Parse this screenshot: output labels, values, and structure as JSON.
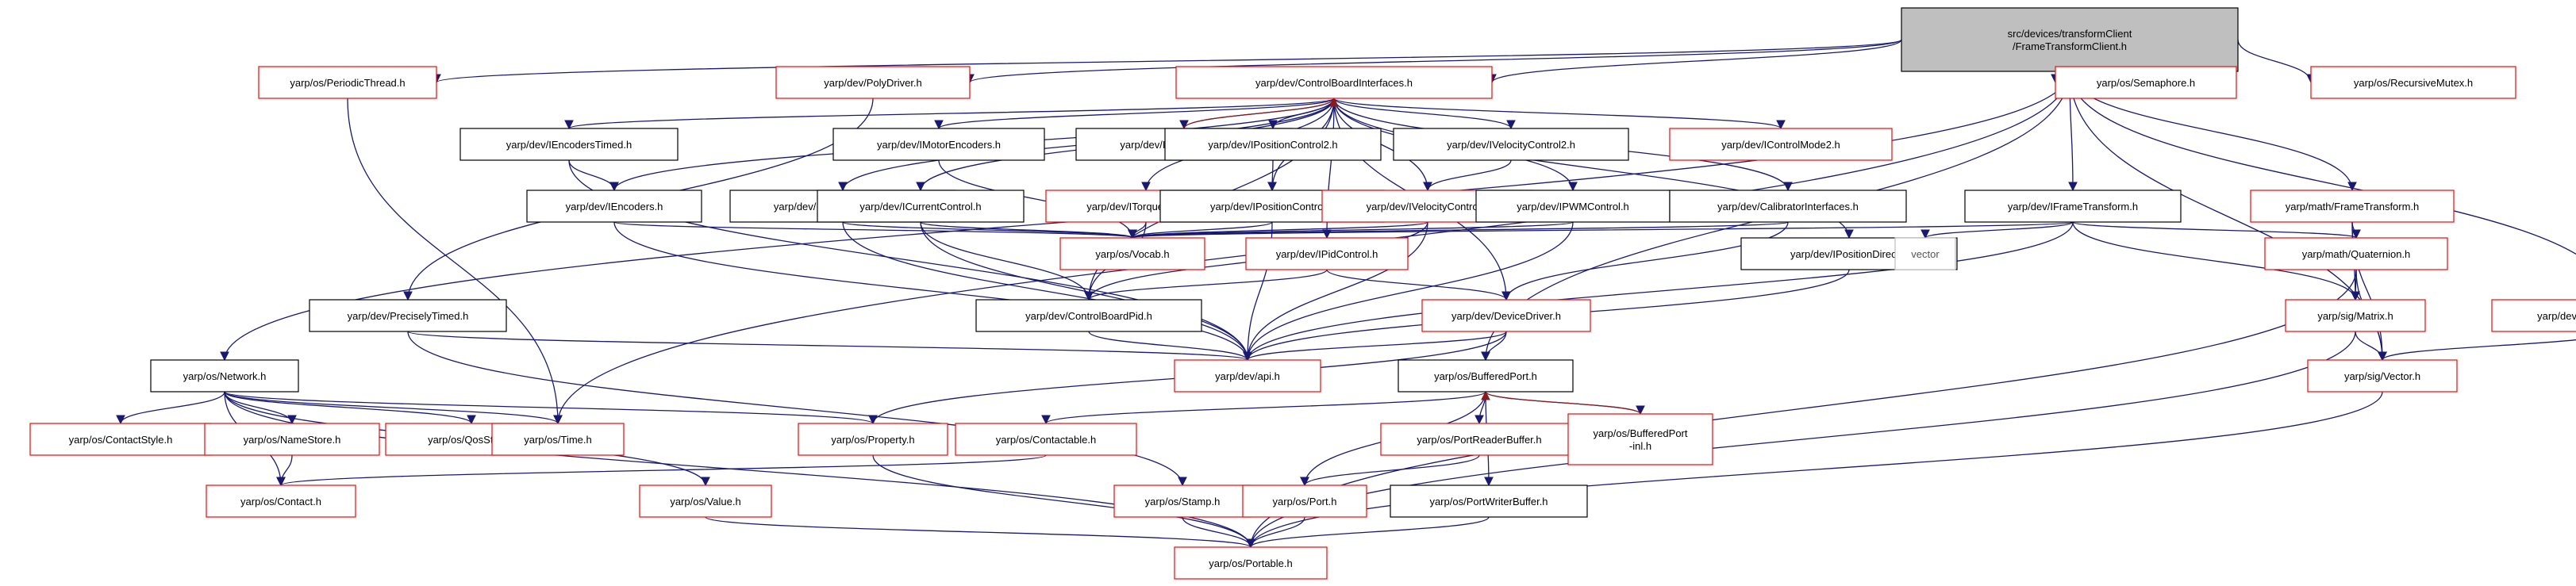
{
  "colors": {
    "root_fill": "#bfbfbf",
    "node_fill": "#ffffff",
    "normal_border": "#000000",
    "missing_border": "#ff0000",
    "plain_border": "#bfbfbf",
    "edge": "#191970",
    "edge_red": "#8b1a1a",
    "text": "#000000"
  },
  "nodes": [
    {
      "id": "root",
      "label": [
        "src/devices/transformClient",
        "/FrameTransformClient.h"
      ],
      "style": "root"
    },
    {
      "id": "periodic",
      "label": [
        "yarp/os/PeriodicThread.h"
      ],
      "style": "red"
    },
    {
      "id": "polydriver",
      "label": [
        "yarp/dev/PolyDriver.h"
      ],
      "style": "red"
    },
    {
      "id": "cbi",
      "label": [
        "yarp/dev/ControlBoardInterfaces.h"
      ],
      "style": "red"
    },
    {
      "id": "semaphore",
      "label": [
        "yarp/os/Semaphore.h"
      ],
      "style": "red"
    },
    {
      "id": "recmutex",
      "label": [
        "yarp/os/RecursiveMutex.h"
      ],
      "style": "red"
    },
    {
      "id": "enctimed",
      "label": [
        "yarp/dev/IEncodersTimed.h"
      ],
      "style": "black"
    },
    {
      "id": "motorenc",
      "label": [
        "yarp/dev/IMotorEncoders.h"
      ],
      "style": "black"
    },
    {
      "id": "intmode",
      "label": [
        "yarp/dev/IInteractionMode.h"
      ],
      "style": "black"
    },
    {
      "id": "posctrl2",
      "label": [
        "yarp/dev/IPositionControl2.h"
      ],
      "style": "black"
    },
    {
      "id": "velctrl2",
      "label": [
        "yarp/dev/IVelocityControl2.h"
      ],
      "style": "black"
    },
    {
      "id": "ctrlmode2",
      "label": [
        "yarp/dev/IControlMode2.h"
      ],
      "style": "red"
    },
    {
      "id": "encoders",
      "label": [
        "yarp/dev/IEncoders.h"
      ],
      "style": "black"
    },
    {
      "id": "impedance",
      "label": [
        "yarp/dev/IImpedanceControl.h"
      ],
      "style": "black"
    },
    {
      "id": "current",
      "label": [
        "yarp/dev/ICurrentControl.h"
      ],
      "style": "black"
    },
    {
      "id": "torque",
      "label": [
        "yarp/dev/ITorqueControl.h"
      ],
      "style": "red"
    },
    {
      "id": "posctrl",
      "label": [
        "yarp/dev/IPositionControl.h"
      ],
      "style": "black"
    },
    {
      "id": "velctrl",
      "label": [
        "yarp/dev/IVelocityControl.h"
      ],
      "style": "red"
    },
    {
      "id": "pwm",
      "label": [
        "yarp/dev/IPWMControl.h"
      ],
      "style": "black"
    },
    {
      "id": "calib",
      "label": [
        "yarp/dev/CalibratorInterfaces.h"
      ],
      "style": "black"
    },
    {
      "id": "frametransform",
      "label": [
        "yarp/dev/IFrameTransform.h"
      ],
      "style": "black"
    },
    {
      "id": "mathft",
      "label": [
        "yarp/math/FrameTransform.h"
      ],
      "style": "red"
    },
    {
      "id": "vocab",
      "label": [
        "yarp/os/Vocab.h"
      ],
      "style": "red"
    },
    {
      "id": "pidctrl",
      "label": [
        "yarp/dev/IPidControl.h"
      ],
      "style": "red"
    },
    {
      "id": "posdirect",
      "label": [
        "yarp/dev/IPositionDirect.h"
      ],
      "style": "black"
    },
    {
      "id": "vector",
      "label": [
        "vector"
      ],
      "style": "plain"
    },
    {
      "id": "quaternion",
      "label": [
        "yarp/math/Quaternion.h"
      ],
      "style": "red"
    },
    {
      "id": "precisely",
      "label": [
        "yarp/dev/PreciselyTimed.h"
      ],
      "style": "black"
    },
    {
      "id": "cbpid",
      "label": [
        "yarp/dev/ControlBoardPid.h"
      ],
      "style": "black"
    },
    {
      "id": "devdriver",
      "label": [
        "yarp/dev/DeviceDriver.h"
      ],
      "style": "red"
    },
    {
      "id": "matrix",
      "label": [
        "yarp/sig/Matrix.h"
      ],
      "style": "red"
    },
    {
      "id": "cbhelpers",
      "label": [
        "yarp/dev/ControlBoardHelpers.h"
      ],
      "style": "red"
    },
    {
      "id": "network",
      "label": [
        "yarp/os/Network.h"
      ],
      "style": "black"
    },
    {
      "id": "api",
      "label": [
        "yarp/dev/api.h"
      ],
      "style": "red"
    },
    {
      "id": "bufport",
      "label": [
        "yarp/os/BufferedPort.h"
      ],
      "style": "black"
    },
    {
      "id": "sigvector",
      "label": [
        "yarp/sig/Vector.h"
      ],
      "style": "red"
    },
    {
      "id": "contactstyle",
      "label": [
        "yarp/os/ContactStyle.h"
      ],
      "style": "red"
    },
    {
      "id": "namestore",
      "label": [
        "yarp/os/NameStore.h"
      ],
      "style": "red"
    },
    {
      "id": "qosstyle",
      "label": [
        "yarp/os/QosStyle.h"
      ],
      "style": "red"
    },
    {
      "id": "time",
      "label": [
        "yarp/os/Time.h"
      ],
      "style": "red"
    },
    {
      "id": "property",
      "label": [
        "yarp/os/Property.h"
      ],
      "style": "red"
    },
    {
      "id": "contactable",
      "label": [
        "yarp/os/Contactable.h"
      ],
      "style": "red"
    },
    {
      "id": "portreader",
      "label": [
        "yarp/os/PortReaderBuffer.h"
      ],
      "style": "red"
    },
    {
      "id": "bufportinl",
      "label": [
        "yarp/os/BufferedPort",
        "-inl.h"
      ],
      "style": "red"
    },
    {
      "id": "contact",
      "label": [
        "yarp/os/Contact.h"
      ],
      "style": "red"
    },
    {
      "id": "value",
      "label": [
        "yarp/os/Value.h"
      ],
      "style": "red"
    },
    {
      "id": "stamp",
      "label": [
        "yarp/os/Stamp.h"
      ],
      "style": "red"
    },
    {
      "id": "port",
      "label": [
        "yarp/os/Port.h"
      ],
      "style": "red"
    },
    {
      "id": "portwriter",
      "label": [
        "yarp/os/PortWriterBuffer.h"
      ],
      "style": "black"
    },
    {
      "id": "portable",
      "label": [
        "yarp/os/Portable.h"
      ],
      "style": "red"
    }
  ],
  "edges": [
    [
      "root",
      "periodic"
    ],
    [
      "root",
      "polydriver"
    ],
    [
      "root",
      "cbi"
    ],
    [
      "root",
      "semaphore"
    ],
    [
      "root",
      "recmutex"
    ],
    [
      "root",
      "frametransform"
    ],
    [
      "root",
      "mathft"
    ],
    [
      "root",
      "cbhelpers"
    ],
    [
      "root",
      "sigvector"
    ],
    [
      "root",
      "network"
    ],
    [
      "root",
      "bufport"
    ],
    [
      "root",
      "time"
    ],
    [
      "periodic",
      "time"
    ],
    [
      "polydriver",
      "precisely"
    ],
    [
      "cbi",
      "enctimed"
    ],
    [
      "cbi",
      "motorenc"
    ],
    [
      "cbi",
      "intmode"
    ],
    [
      "cbi",
      "posctrl2"
    ],
    [
      "cbi",
      "velctrl2"
    ],
    [
      "cbi",
      "ctrlmode2"
    ],
    [
      "cbi",
      "encoders"
    ],
    [
      "cbi",
      "impedance"
    ],
    [
      "cbi",
      "current"
    ],
    [
      "cbi",
      "torque"
    ],
    [
      "cbi",
      "posctrl"
    ],
    [
      "cbi",
      "velctrl"
    ],
    [
      "cbi",
      "pwm"
    ],
    [
      "cbi",
      "calib"
    ],
    [
      "cbi",
      "posdirect"
    ],
    [
      "cbi",
      "pidctrl"
    ],
    [
      "cbi",
      "cbpid"
    ],
    [
      "cbi",
      "devdriver"
    ],
    [
      "intmode",
      "cbi"
    ],
    [
      "enctimed",
      "encoders"
    ],
    [
      "enctimed",
      "api"
    ],
    [
      "motorenc",
      "vocab"
    ],
    [
      "posctrl2",
      "posctrl"
    ],
    [
      "velctrl2",
      "velctrl"
    ],
    [
      "encoders",
      "vocab"
    ],
    [
      "encoders",
      "api"
    ],
    [
      "impedance",
      "vocab"
    ],
    [
      "impedance",
      "api"
    ],
    [
      "current",
      "vocab"
    ],
    [
      "current",
      "cbpid"
    ],
    [
      "current",
      "api"
    ],
    [
      "torque",
      "vocab"
    ],
    [
      "torque",
      "cbpid"
    ],
    [
      "posctrl",
      "vocab"
    ],
    [
      "posctrl",
      "api"
    ],
    [
      "velctrl",
      "vocab"
    ],
    [
      "velctrl",
      "cbpid"
    ],
    [
      "velctrl",
      "api"
    ],
    [
      "pwm",
      "vocab"
    ],
    [
      "pwm",
      "api"
    ],
    [
      "calib",
      "vocab"
    ],
    [
      "calib",
      "devdriver"
    ],
    [
      "frametransform",
      "vocab"
    ],
    [
      "frametransform",
      "vector"
    ],
    [
      "frametransform",
      "quaternion"
    ],
    [
      "frametransform",
      "matrix"
    ],
    [
      "frametransform",
      "api"
    ],
    [
      "mathft",
      "quaternion"
    ],
    [
      "mathft",
      "matrix"
    ],
    [
      "mathft",
      "sigvector"
    ],
    [
      "pidctrl",
      "cbpid"
    ],
    [
      "pidctrl",
      "devdriver"
    ],
    [
      "posdirect",
      "api"
    ],
    [
      "quaternion",
      "matrix"
    ],
    [
      "quaternion",
      "sigvector"
    ],
    [
      "quaternion",
      "portable"
    ],
    [
      "precisely",
      "api"
    ],
    [
      "precisely",
      "stamp"
    ],
    [
      "cbpid",
      "api"
    ],
    [
      "devdriver",
      "api"
    ],
    [
      "devdriver",
      "property"
    ],
    [
      "devdriver",
      "bufport"
    ],
    [
      "matrix",
      "sigvector"
    ],
    [
      "matrix",
      "portable"
    ],
    [
      "cbhelpers",
      "sigvector"
    ],
    [
      "sigvector",
      "portable"
    ],
    [
      "network",
      "contactstyle"
    ],
    [
      "network",
      "namestore"
    ],
    [
      "network",
      "qosstyle"
    ],
    [
      "network",
      "time"
    ],
    [
      "network",
      "property"
    ],
    [
      "network",
      "contact"
    ],
    [
      "network",
      "value"
    ],
    [
      "network",
      "portable"
    ],
    [
      "namestore",
      "contact"
    ],
    [
      "bufport",
      "contactable"
    ],
    [
      "bufport",
      "portreader"
    ],
    [
      "bufport",
      "bufportinl"
    ],
    [
      "bufport",
      "port"
    ],
    [
      "bufport",
      "portwriter"
    ],
    [
      "bufportinl",
      "bufport"
    ],
    [
      "contactable",
      "contact"
    ],
    [
      "portreader",
      "port"
    ],
    [
      "property",
      "portable"
    ],
    [
      "value",
      "portable"
    ],
    [
      "stamp",
      "portable"
    ],
    [
      "port",
      "portable"
    ],
    [
      "portwriter",
      "portable"
    ]
  ],
  "red_edges": [
    [
      "intmode",
      "cbi"
    ],
    [
      "bufportinl",
      "bufport"
    ]
  ]
}
